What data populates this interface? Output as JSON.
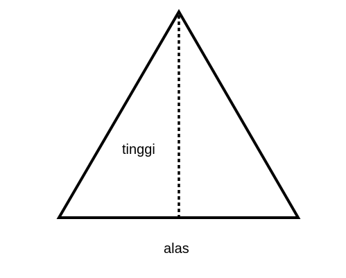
{
  "diagram": {
    "shape": "triangle",
    "height_label": "tinggi",
    "base_label": "alas",
    "colors": {
      "stroke": "#000000",
      "background": "#ffffff"
    }
  }
}
